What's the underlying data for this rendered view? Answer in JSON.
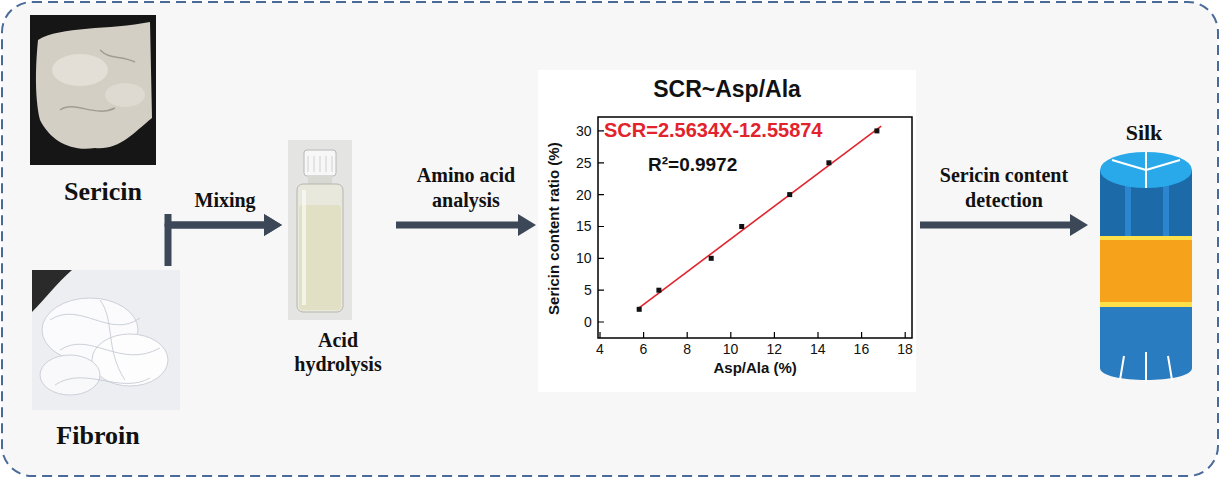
{
  "diagram": {
    "nodes": [
      {
        "text": [
          "Sericin"
        ]
      },
      {
        "text": [
          "Fibroin"
        ]
      },
      {
        "text": [
          "Acid hydrolysis"
        ]
      },
      {
        "text": [
          "SCR~Asp/Ala"
        ]
      },
      {
        "text": [
          "Silk"
        ]
      }
    ],
    "edges": [
      {
        "from": 0,
        "to": 2,
        "arrow": "to",
        "label": "Mixing"
      },
      {
        "from": 1,
        "to": 2,
        "arrow": "to"
      },
      {
        "from": 2,
        "to": 3,
        "arrow": "to",
        "label": "Amino acid analysis"
      },
      {
        "from": 3,
        "to": 4,
        "arrow": "to",
        "label": "Sericin content detection"
      }
    ],
    "labels": [
      "SCR=2.5634X-12.55874",
      "R²=0.9972",
      "Sericin content ratio (%)",
      "Asp/Ala (%)",
      "0",
      "5",
      "10",
      "15",
      "20",
      "25",
      "30",
      "4",
      "6",
      "8",
      "10",
      "12",
      "14",
      "16",
      "18"
    ]
  }
}
